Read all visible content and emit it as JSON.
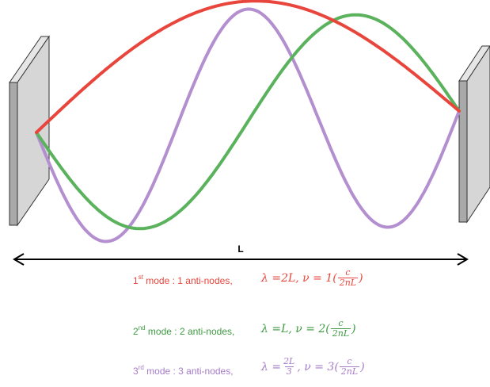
{
  "length_label": "L",
  "colors": {
    "mode1": "#e8463c",
    "mode2": "#5ab25c",
    "mode3": "#b48fd0",
    "mirror_face": "#a9a9a9",
    "mirror_side": "#d6d6d6"
  },
  "modes": [
    {
      "sup": "st",
      "label_prefix": "1",
      "label_suffix": " mode : 1 anti-nodes,",
      "lambda_lhs": "λ = ",
      "lambda_rhs_plain": "2L",
      "nu_part": ", ν = 1(",
      "frac_num": "c",
      "frac_den": "2nL",
      "close": ")"
    },
    {
      "sup": "nd",
      "label_prefix": "2",
      "label_suffix": " mode : 2 anti-nodes,",
      "lambda_lhs": "λ = ",
      "lambda_rhs_plain": "L",
      "nu_part": ", ν = 2(",
      "frac_num": "c",
      "frac_den": "2nL",
      "close": ")"
    },
    {
      "sup": "rd",
      "label_prefix": "3",
      "label_suffix": " mode : 3 anti-nodes,",
      "lambda_lhs": "λ = ",
      "lambda_frac_num": "2L",
      "lambda_frac_den": "3",
      "nu_part": ", ν = 3(",
      "frac_num": "c",
      "frac_den": "2nL",
      "close": ")"
    }
  ]
}
